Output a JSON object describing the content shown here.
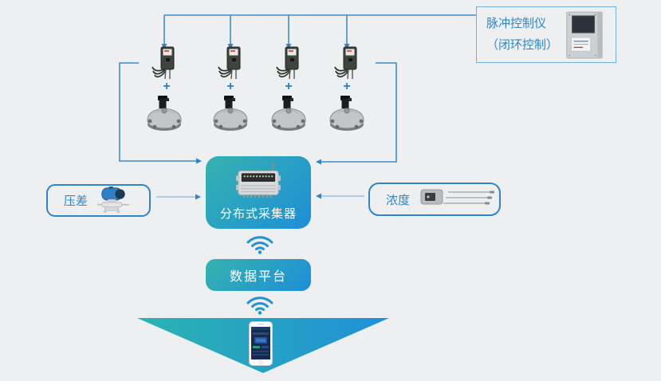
{
  "page": {
    "background": "#edeff1"
  },
  "colors": {
    "accent_blue": "#2e86c8",
    "line_blue": "#3a8ec9",
    "teal": "#2cb3b0",
    "blue": "#1f90d8"
  },
  "pulse_controller": {
    "title_line1": "脉冲控制仪",
    "title_line2": "（闭环控制）",
    "icon": "pulse-controller-cabinet-icon"
  },
  "valve_units": {
    "plus": "+",
    "count": 4,
    "driver_icon": "pulse-valve-driver-icon",
    "valve_icon": "pulse-valve-icon"
  },
  "collector": {
    "label": "分布式采集器",
    "icon": "data-collector-device-icon"
  },
  "pressure": {
    "label": "压差",
    "icon": "pressure-transmitter-icon"
  },
  "concentration": {
    "label": "浓度",
    "icon": "concentration-sensor-icon"
  },
  "data_platform": {
    "label": "数据平台"
  },
  "wifi": {
    "icon": "wifi-icon"
  },
  "phone": {
    "icon": "smartphone-icon"
  }
}
